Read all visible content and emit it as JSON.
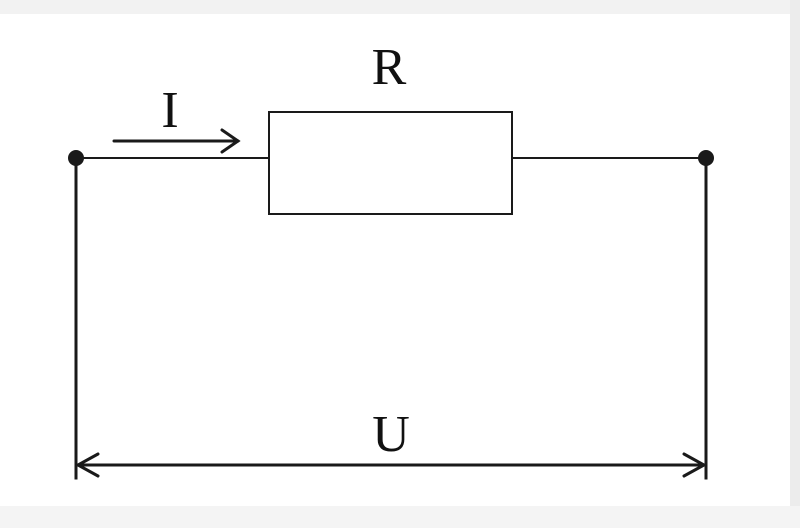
{
  "labels": {
    "resistor": "R",
    "current": "I",
    "voltage": "U"
  },
  "colors": {
    "background": "#ffffff",
    "line": "#1a1a1a",
    "frame_top": "#f2f2f2",
    "frame_right": "#ececec",
    "frame_bottom": "#f4f4f4"
  }
}
